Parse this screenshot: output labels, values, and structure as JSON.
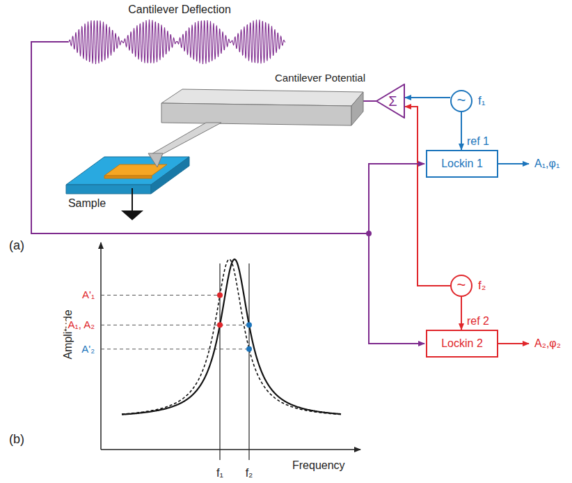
{
  "diagram": {
    "nodes": [
      {
        "text": [
          "Σ"
        ]
      },
      {
        "text": [
          "~",
          "f₁"
        ]
      },
      {
        "text": [
          "Lockin 1"
        ]
      },
      {
        "text": [
          "~",
          "f₂"
        ]
      },
      {
        "text": [
          "Lockin 2"
        ]
      }
    ],
    "edges": [
      {
        "from": 1,
        "to": 0,
        "arrow": "to"
      },
      {
        "from": 1,
        "to": 2,
        "label": "ref 1",
        "arrow": "to"
      },
      {
        "from": 3,
        "to": 0,
        "arrow": "to"
      },
      {
        "from": 3,
        "to": 4,
        "label": "ref 2",
        "arrow": "to"
      }
    ],
    "labels": [
      "Cantilever Deflection",
      "Cantilever Potential",
      "Sample",
      "(a)",
      "(b)",
      "A₁,φ₁",
      "A₂,φ₂",
      "Amplitude",
      "Frequency",
      "A'₁",
      "A₁, A₂",
      "A'₂",
      "f₁",
      "f₂"
    ]
  }
}
